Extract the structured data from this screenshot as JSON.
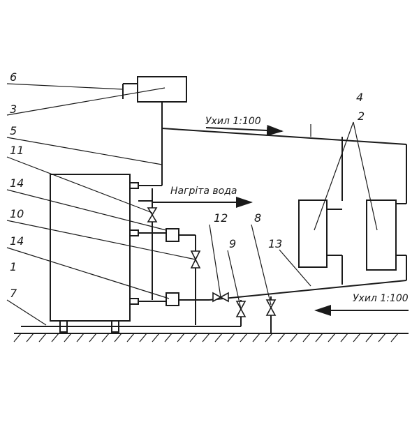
{
  "labels": {
    "n1": "1",
    "n2": "2",
    "n3": "3",
    "n4": "4",
    "n5": "5",
    "n6": "6",
    "n7": "7",
    "n8": "8",
    "n9": "9",
    "n10": "10",
    "n11": "11",
    "n12": "12",
    "n13": "13",
    "n14a": "14",
    "n14b": "14"
  },
  "annotations": {
    "slope_top": "Ухил 1:100",
    "hot_water": "Нагріта вода",
    "slope_bottom": "Ухил 1:100"
  }
}
